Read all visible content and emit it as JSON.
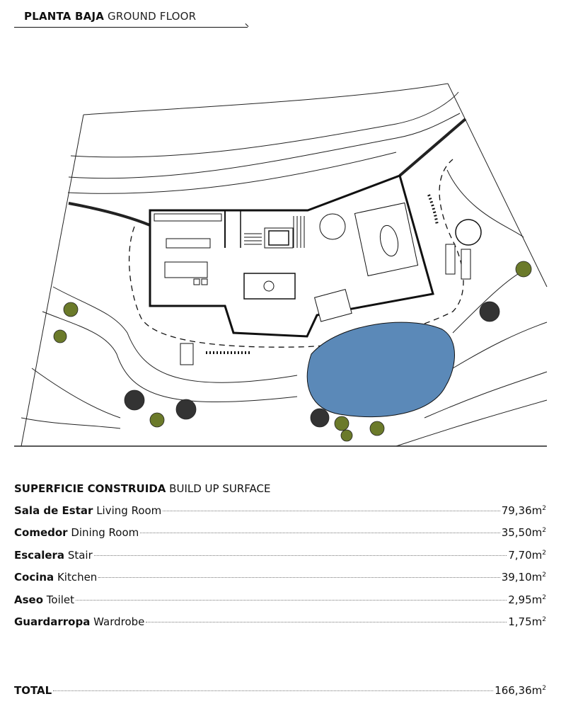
{
  "header": {
    "title_bold": "PLANTA BAJA",
    "title_light": "GROUND FLOOR"
  },
  "surface": {
    "title_bold": "SUPERFICIE CONSTRUIDA",
    "title_light": "BUILD UP SURFACE",
    "rows": [
      {
        "es": "Sala de Estar",
        "en": "Living Room",
        "value": "79,36m",
        "unit_sup": "2"
      },
      {
        "es": "Comedor",
        "en": "Dining Room",
        "value": "35,50m",
        "unit_sup": "2"
      },
      {
        "es": "Escalera",
        "en": "Stair",
        "value": "7,70m",
        "unit_sup": "2"
      },
      {
        "es": "Cocina",
        "en": "Kitchen",
        "value": "39,10m",
        "unit_sup": "2"
      },
      {
        "es": "Aseo",
        "en": "Toilet",
        "value": "2,95m",
        "unit_sup": "2"
      },
      {
        "es": "Guardarropa",
        "en": "Wardrobe",
        "value": "1,75m",
        "unit_sup": "2"
      }
    ],
    "total_label": "TOTAL",
    "total_value": "166,36m",
    "total_sup": "2"
  },
  "colors": {
    "pool": "#5b89b8",
    "line": "#111111",
    "vegetation": "#6b7a2a"
  }
}
